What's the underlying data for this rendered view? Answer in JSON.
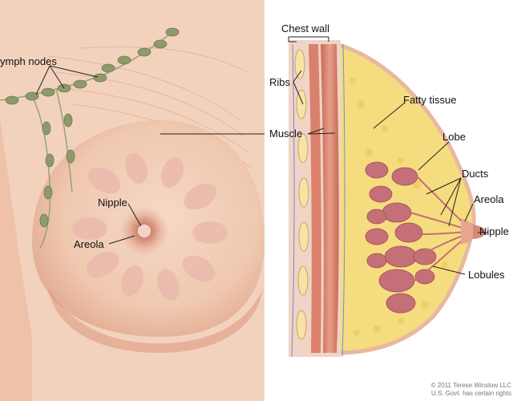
{
  "labels": {
    "lymph_nodes": "ymph nodes",
    "nipple_front": "Nipple",
    "areola_front": "Areola",
    "chest_wall": "Chest wall",
    "ribs": "Ribs",
    "muscle": "Muscle",
    "fatty_tissue": "Fatty tissue",
    "lobe": "Lobe",
    "ducts": "Ducts",
    "areola_side": "Areola",
    "nipple_side": "Nipple",
    "lobules": "Lobules"
  },
  "copyright": {
    "line1": "© 2011 Terese Winslow LLC",
    "line2": "U.S. Govt. has certain rights"
  },
  "colors": {
    "skin": "#f2cfb9",
    "skin_shadow": "#e3b093",
    "background_left": "#f7e4d6",
    "fat": "#f6e08a",
    "muscle": "#d98870",
    "lobe": "#c56f78",
    "node": "#8e9a6a",
    "areola": "#d99a86"
  }
}
